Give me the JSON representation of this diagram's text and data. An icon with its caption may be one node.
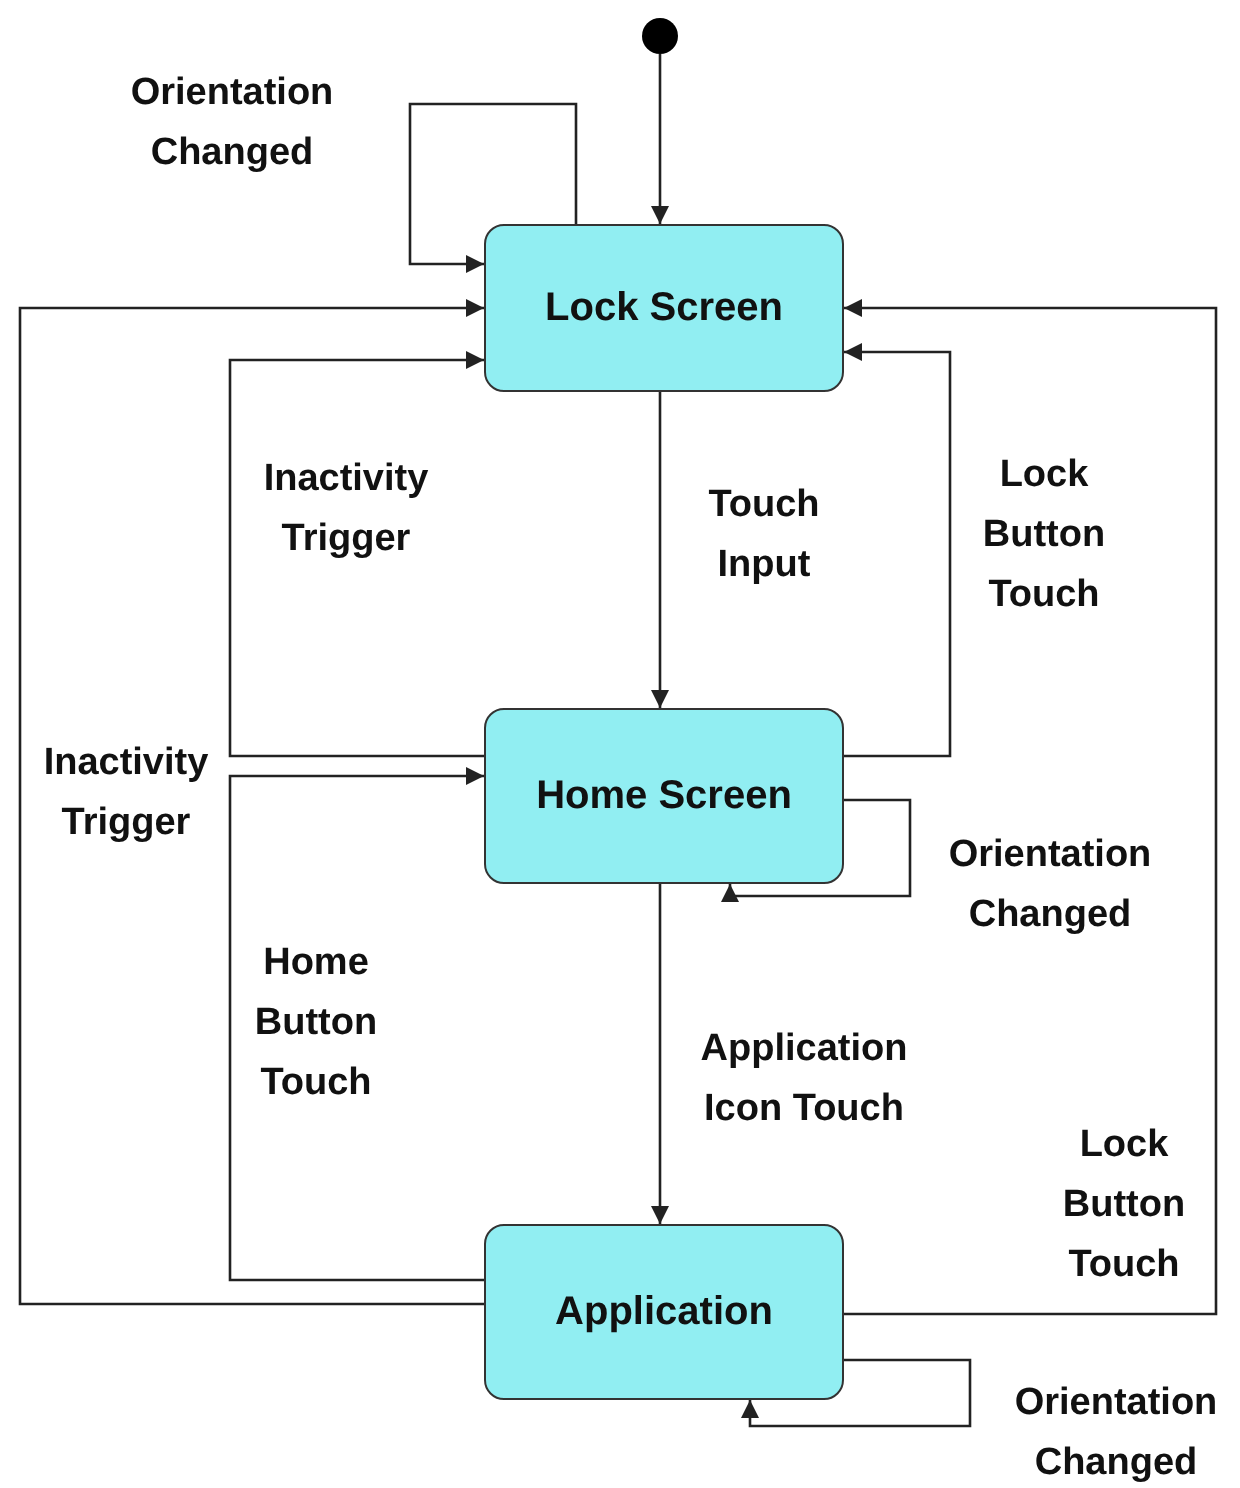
{
  "diagram": {
    "nodes": [
      {
        "text": [],
        "shape": "circle"
      },
      {
        "text": [
          "Lock Screen"
        ]
      },
      {
        "text": [
          "Home Screen"
        ]
      },
      {
        "text": [
          "Application"
        ]
      }
    ],
    "edges": [
      {
        "from": 0,
        "to": 1,
        "arrow": "to"
      },
      {
        "from": 1,
        "to": 1,
        "arrow": "to",
        "label": "Orientation Changed"
      },
      {
        "from": 1,
        "to": 2,
        "arrow": "to",
        "label": "Touch Input"
      },
      {
        "from": 2,
        "to": 1,
        "arrow": "to",
        "label": "Inactivity Trigger"
      },
      {
        "from": 2,
        "to": 1,
        "arrow": "to",
        "label": "Lock Button Touch"
      },
      {
        "from": 2,
        "to": 2,
        "arrow": "to",
        "label": "Orientation Changed"
      },
      {
        "from": 2,
        "to": 3,
        "arrow": "to",
        "label": "Application Icon Touch"
      },
      {
        "from": 3,
        "to": 1,
        "arrow": "to",
        "label": "Inactivity Trigger"
      },
      {
        "from": 3,
        "to": 2,
        "arrow": "to",
        "label": "Home Button Touch"
      },
      {
        "from": 3,
        "to": 1,
        "arrow": "to",
        "label": "Lock Button Touch"
      },
      {
        "from": 3,
        "to": 3,
        "arrow": "to",
        "label": "Orientation Changed"
      }
    ]
  }
}
